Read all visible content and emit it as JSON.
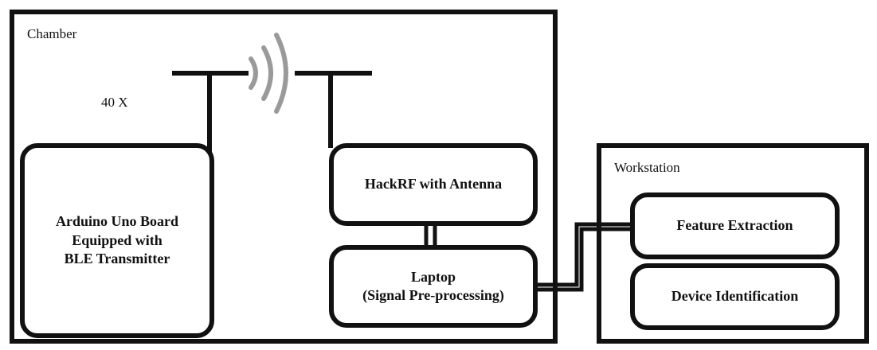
{
  "chamber": {
    "title": "Chamber",
    "count_label": "40 X",
    "arduino": "Arduino Uno Board\nEquipped with\nBLE Transmitter",
    "hackrf": "HackRF with Antenna",
    "laptop": "Laptop\n(Signal Pre-processing)"
  },
  "workstation": {
    "title": "Workstation",
    "feature_extraction": "Feature Extraction",
    "device_identification": "Device Identification"
  },
  "icons": {
    "signal": "wireless-signal-icon"
  },
  "colors": {
    "line": "#111111",
    "signal": "#9a9a9a"
  }
}
